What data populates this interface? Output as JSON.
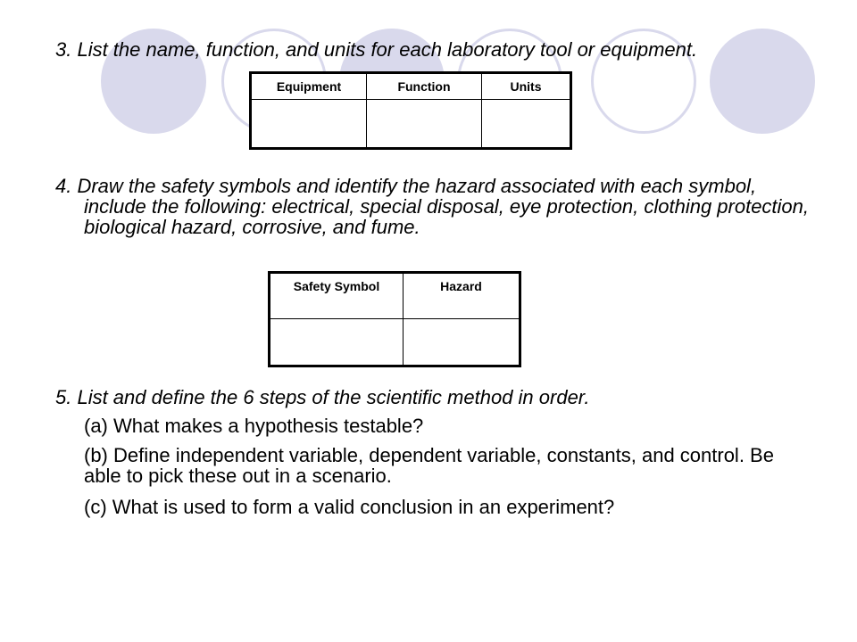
{
  "q3": {
    "text": "3. List the name, function, and units for each laboratory tool or equipment."
  },
  "table1": {
    "headers": [
      "Equipment",
      "Function",
      "Units"
    ]
  },
  "q4": {
    "text": "4. Draw the safety symbols and identify the hazard associated with each symbol, include the following: electrical, special disposal, eye protection, clothing protection, biological hazard, corrosive, and fume."
  },
  "table2": {
    "headers": [
      "Safety Symbol",
      "Hazard"
    ]
  },
  "q5": {
    "text": "5. List and define the 6 steps of the scientific method in order.",
    "a": "(a) What makes a hypothesis testable?",
    "b": "(b) Define independent variable, dependent variable, constants, and control. Be able to pick these out in a scenario.",
    "c": "(c) What is used to form a valid conclusion in an experiment?"
  },
  "theme": {
    "decoration_color": "#d9d9ec"
  }
}
